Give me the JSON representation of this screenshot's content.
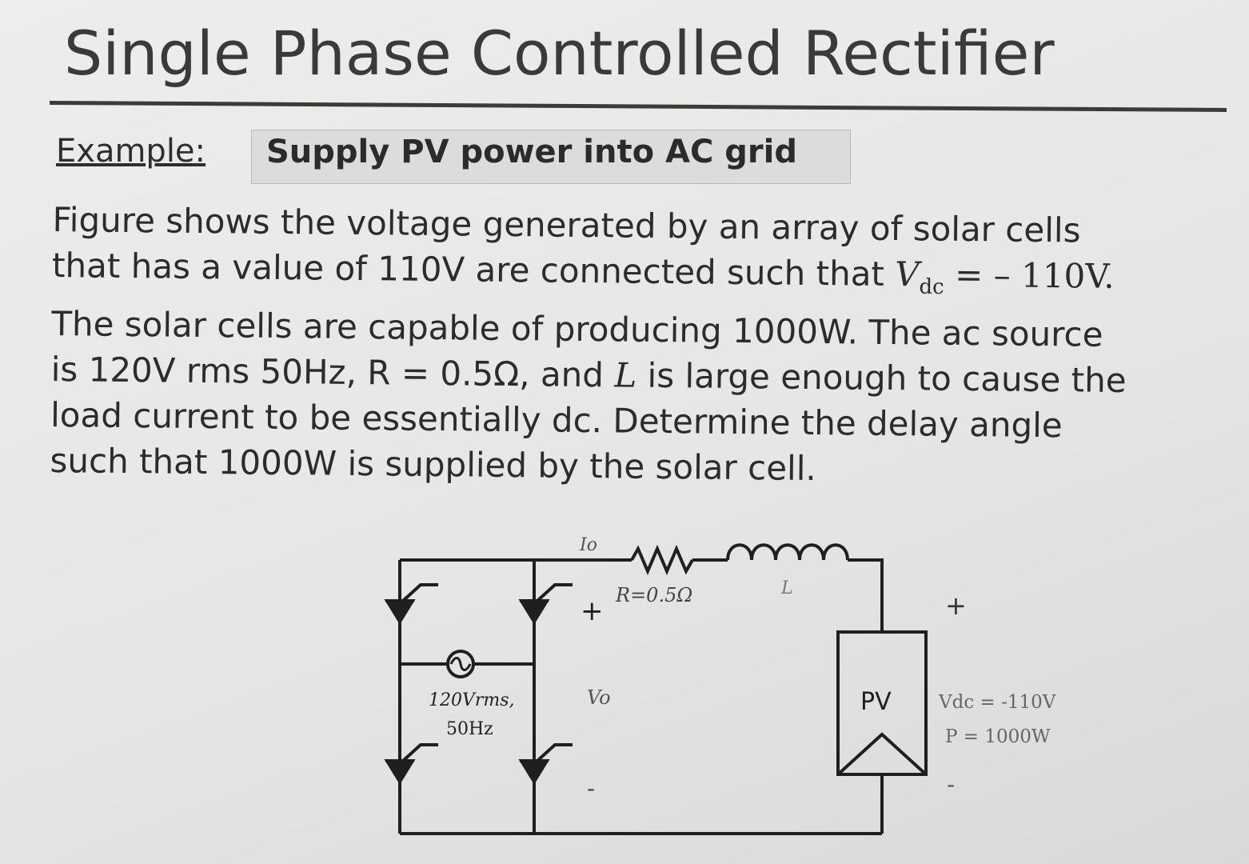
{
  "slide": {
    "title": "Single Phase Controlled Rectifier",
    "example_label": "Example:",
    "example_heading": "Supply PV power into AC grid",
    "paragraph": {
      "line1": "Figure shows the voltage generated by an array of solar cells",
      "line2_a": "that has a value of 110V are connected such that ",
      "line2_var": "V",
      "line2_sub": "dc",
      "line2_b": " = – 110V.",
      "line3": "The  solar cells are capable of producing 1000W. The ac source",
      "line4_a": "is 120V rms 50Hz, R = 0.5Ω, and ",
      "line4_var": "L",
      "line4_b": " is large enough to cause the",
      "line5": "load current to be essentially dc. Determine the delay angle",
      "line6": "such that 1000W is supplied by the solar cell."
    }
  },
  "circuit": {
    "current_label": "Io",
    "resistor_label": "R=0.5Ω",
    "inductor_label": "L",
    "vo_plus": "+",
    "vo_label": "Vo",
    "vo_minus": "-",
    "source_label_1": "120Vrms,",
    "source_label_2": "50Hz",
    "pv_label": "PV",
    "pv_plus": "+",
    "pv_minus": "-",
    "vdc_label": "Vdc = -110V",
    "power_label": "P = 1000W"
  }
}
